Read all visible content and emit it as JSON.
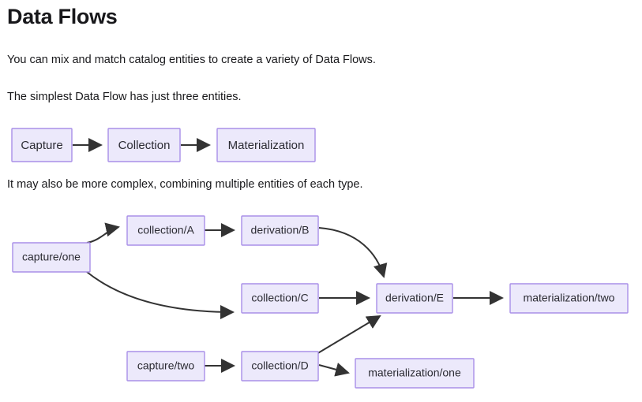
{
  "page": {
    "title": "Data Flows",
    "paragraphs": [
      "You can mix and match catalog entities to create a variety of Data Flows.",
      "The simplest Data Flow has just three entities.",
      "It may also be more complex, combining multiple entities of each type."
    ]
  },
  "colors": {
    "node_fill": "#ece9fb",
    "node_border": "#a98fe8",
    "edge": "#333333",
    "text": "#18181b"
  },
  "diagram_simple": {
    "nodes": [
      {
        "id": "capture",
        "label": "Capture"
      },
      {
        "id": "collection",
        "label": "Collection"
      },
      {
        "id": "materialization",
        "label": "Materialization"
      }
    ],
    "edges": [
      {
        "from": "capture",
        "to": "collection"
      },
      {
        "from": "collection",
        "to": "materialization"
      }
    ]
  },
  "diagram_complex": {
    "nodes": [
      {
        "id": "capture_one",
        "label": "capture/one"
      },
      {
        "id": "collection_a",
        "label": "collection/A"
      },
      {
        "id": "derivation_b",
        "label": "derivation/B"
      },
      {
        "id": "collection_c",
        "label": "collection/C"
      },
      {
        "id": "derivation_e",
        "label": "derivation/E"
      },
      {
        "id": "materialization_two",
        "label": "materialization/two"
      },
      {
        "id": "capture_two",
        "label": "capture/two"
      },
      {
        "id": "collection_d",
        "label": "collection/D"
      },
      {
        "id": "materialization_one",
        "label": "materialization/one"
      }
    ],
    "edges": [
      {
        "from": "capture_one",
        "to": "collection_a"
      },
      {
        "from": "capture_one",
        "to": "collection_c"
      },
      {
        "from": "collection_a",
        "to": "derivation_b"
      },
      {
        "from": "derivation_b",
        "to": "derivation_e"
      },
      {
        "from": "collection_c",
        "to": "derivation_e"
      },
      {
        "from": "collection_d",
        "to": "derivation_e"
      },
      {
        "from": "derivation_e",
        "to": "materialization_two"
      },
      {
        "from": "capture_two",
        "to": "collection_d"
      },
      {
        "from": "collection_d",
        "to": "materialization_one"
      }
    ]
  }
}
